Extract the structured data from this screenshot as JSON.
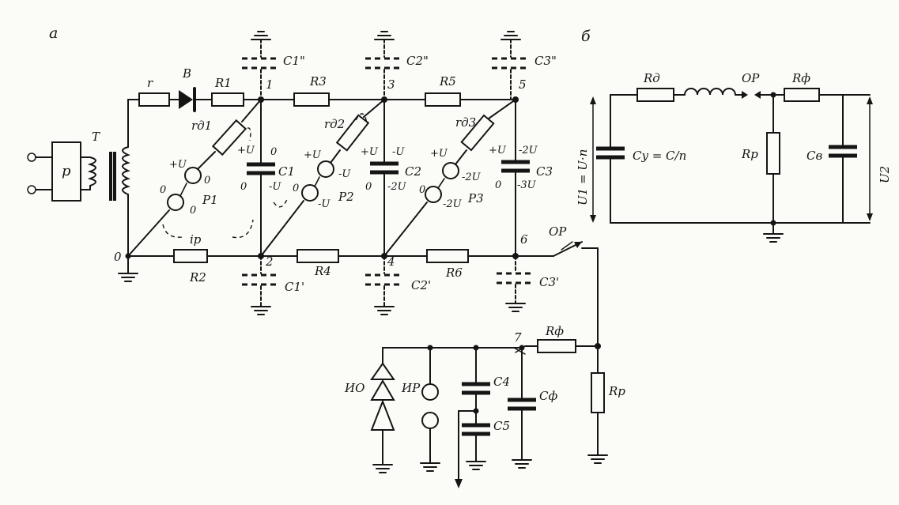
{
  "panels": {
    "a": "а",
    "b": "б"
  },
  "labels": {
    "p": "p",
    "T": "T",
    "r": "r",
    "B": "B",
    "R1": "R1",
    "R2": "R2",
    "R3": "R3",
    "R4": "R4",
    "R5": "R5",
    "R6": "R6",
    "C1": "C1",
    "C2": "C2",
    "C3": "C3",
    "C1pp": "C1\"",
    "C2pp": "C2\"",
    "C3pp": "C3\"",
    "C1p": "C1'",
    "C2p": "C2'",
    "C3p": "C3'",
    "rd1": "rд1",
    "rd2": "rд2",
    "rd3": "rд3",
    "P1": "P1",
    "P2": "P2",
    "P3": "P3",
    "n0": "0",
    "n1": "1",
    "n2": "2",
    "n3": "3",
    "n4": "4",
    "n5": "5",
    "n6": "6",
    "n7": "7",
    "ip": "ip",
    "OP": "OP",
    "Rf": "Rф",
    "Rp": "Rp",
    "Cf": "Cф",
    "C4": "C4",
    "C5": "C5",
    "IO": "ИO",
    "IR": "ИP",
    "Rd": "Rд",
    "Cy": "Cy = C/n",
    "Cv": "Cв",
    "U1": "U1 = U·n",
    "U2": "U2",
    "plusU": "+U",
    "minusU": "-U",
    "zero": "0",
    "minus2U": "-2U",
    "minus3U": "-3U"
  }
}
